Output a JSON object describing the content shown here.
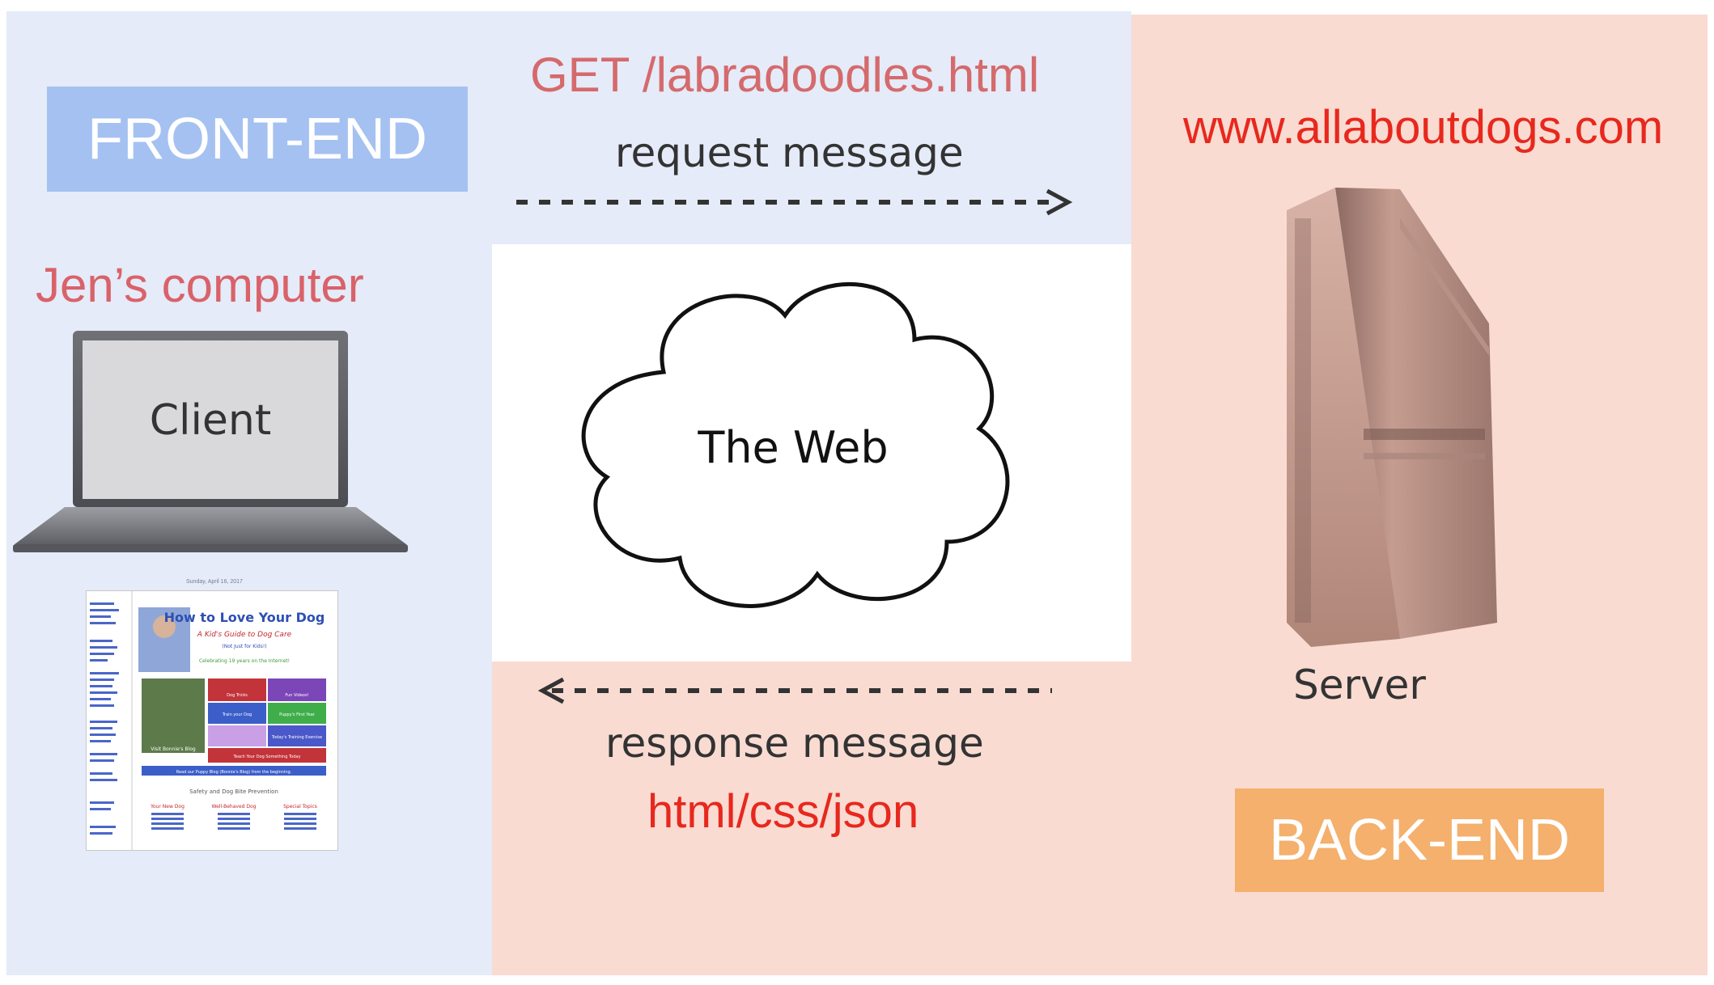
{
  "front_end_label": "FRONT-END",
  "back_end_label": "BACK-END",
  "request_line": "GET /labradoodles.html",
  "request_caption": "request message",
  "response_caption": "response message",
  "response_types": "html/css/json",
  "client_owner": "Jen’s computer",
  "client_label": "Client",
  "server_domain": "www.allaboutdogs.com",
  "server_label": "Server",
  "network_label": "The Web",
  "colors": {
    "front_panel": "#e5ebf8",
    "back_panel": "#f9dbd2",
    "front_badge": "#a5c1f1",
    "back_badge": "#f4b06c",
    "label_red": "#d9626a",
    "domain_red": "#e8281d"
  },
  "screenshot_thumbnail": {
    "date": "Sunday, April 16, 2017",
    "title": "How to Love Your Dog",
    "subtitle": "A Kid's Guide to Dog Care",
    "tagline": "(Not Just for Kids!)",
    "celebrating": "Celebrating 19 years on the Internet!",
    "tiles": [
      "Dog Tricks",
      "Fun Videos!",
      "Train your Dog",
      "Puppy's First Year",
      "Today's Training Exercise",
      "Teach Your Dog Something Today"
    ],
    "blog_caption": "Visit Bonnie's Blog",
    "blog_banner": "Read our Puppy Blog (Bonnie's Blog) from the beginning.",
    "safety_heading": "Safety and Dog Bite Prevention",
    "columns": [
      "Your New Dog",
      "Well-Behaved Dog",
      "Special Topics"
    ]
  }
}
